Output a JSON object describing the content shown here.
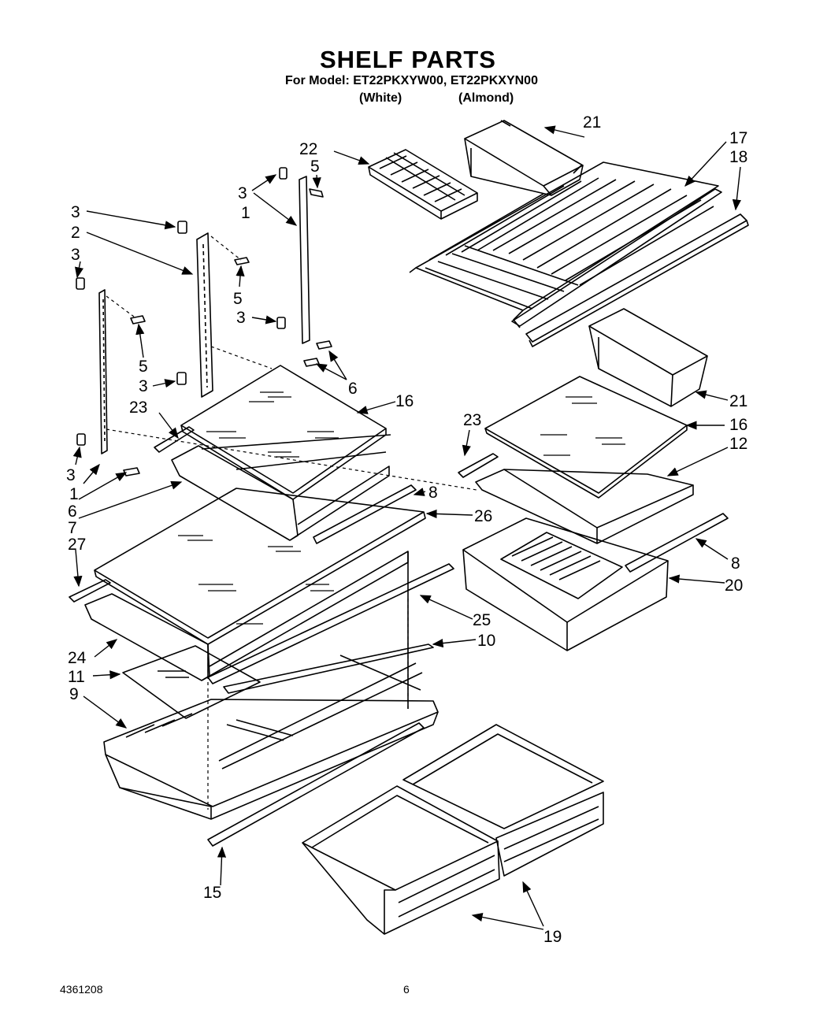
{
  "header": {
    "title": "SHELF PARTS",
    "model_line": "For Model: ET22PKXYW00, ET22PKXYN00",
    "variants": [
      "(White)",
      "(Almond)"
    ]
  },
  "callouts": [
    "1",
    "1",
    "2",
    "3",
    "3",
    "3",
    "3",
    "3",
    "3",
    "5",
    "5",
    "5",
    "6",
    "6",
    "7",
    "8",
    "8",
    "9",
    "10",
    "11",
    "12",
    "15",
    "16",
    "16",
    "17",
    "18",
    "19",
    "20",
    "21",
    "21",
    "22",
    "23",
    "23",
    "24",
    "25",
    "26",
    "27"
  ],
  "footer": {
    "part_number": "4361208",
    "page_number": "6"
  }
}
